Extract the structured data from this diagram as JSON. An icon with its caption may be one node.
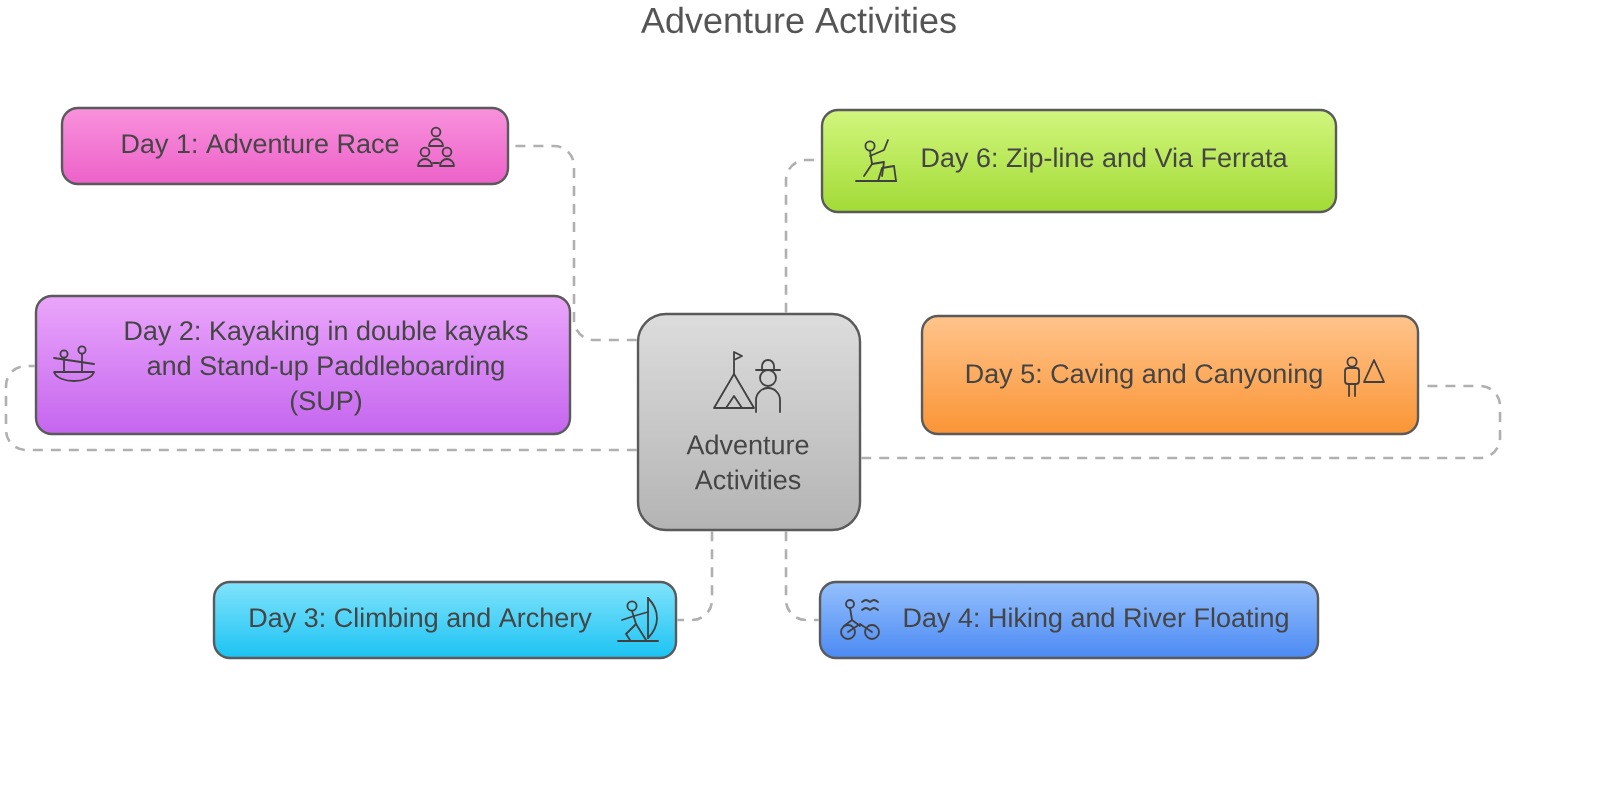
{
  "diagram": {
    "title": "Adventure Activities",
    "nodes": [
      {
        "text": [
          "Adventure Activities"
        ]
      },
      {
        "text": [
          "Day 1: Adventure Race"
        ]
      },
      {
        "text": [
          "Day 2: Kayaking in double kayaks and Stand-up Paddleboarding (SUP)"
        ]
      },
      {
        "text": [
          "Day 3: Climbing and Archery"
        ]
      },
      {
        "text": [
          "Day 4: Hiking and River Floating"
        ]
      },
      {
        "text": [
          "Day 5: Caving and Canyoning"
        ]
      },
      {
        "text": [
          "Day 6: Zip-line and Via Ferrata"
        ]
      }
    ],
    "edges": [
      {
        "from": 0,
        "to": 1,
        "arrow": "none"
      },
      {
        "from": 0,
        "to": 2,
        "arrow": "none"
      },
      {
        "from": 0,
        "to": 3,
        "arrow": "none"
      },
      {
        "from": 0,
        "to": 4,
        "arrow": "none"
      },
      {
        "from": 0,
        "to": 5,
        "arrow": "none"
      },
      {
        "from": 0,
        "to": 6,
        "arrow": "none"
      }
    ]
  }
}
